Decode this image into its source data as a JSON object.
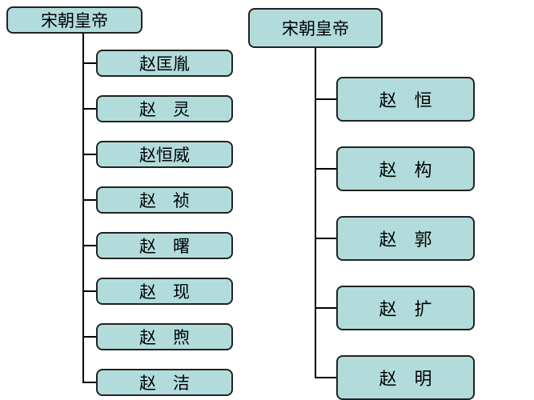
{
  "diagram": {
    "type": "org-tree",
    "trees": [
      {
        "root": "宋朝皇帝",
        "children": [
          "赵匡胤",
          "赵　灵",
          "赵恒威",
          "赵　祯",
          "赵　曙",
          "赵　现",
          "赵　煦",
          "赵　洁"
        ]
      },
      {
        "root": "宋朝皇帝",
        "children": [
          "赵　恒",
          "赵　构",
          "赵　郭",
          "赵　扩",
          "赵　明"
        ]
      }
    ],
    "colors": {
      "box_fill": "#b2dcdc",
      "box_border": "#222222",
      "connector_line": "#000000",
      "background": "#ffffff",
      "text": "#000000"
    }
  }
}
